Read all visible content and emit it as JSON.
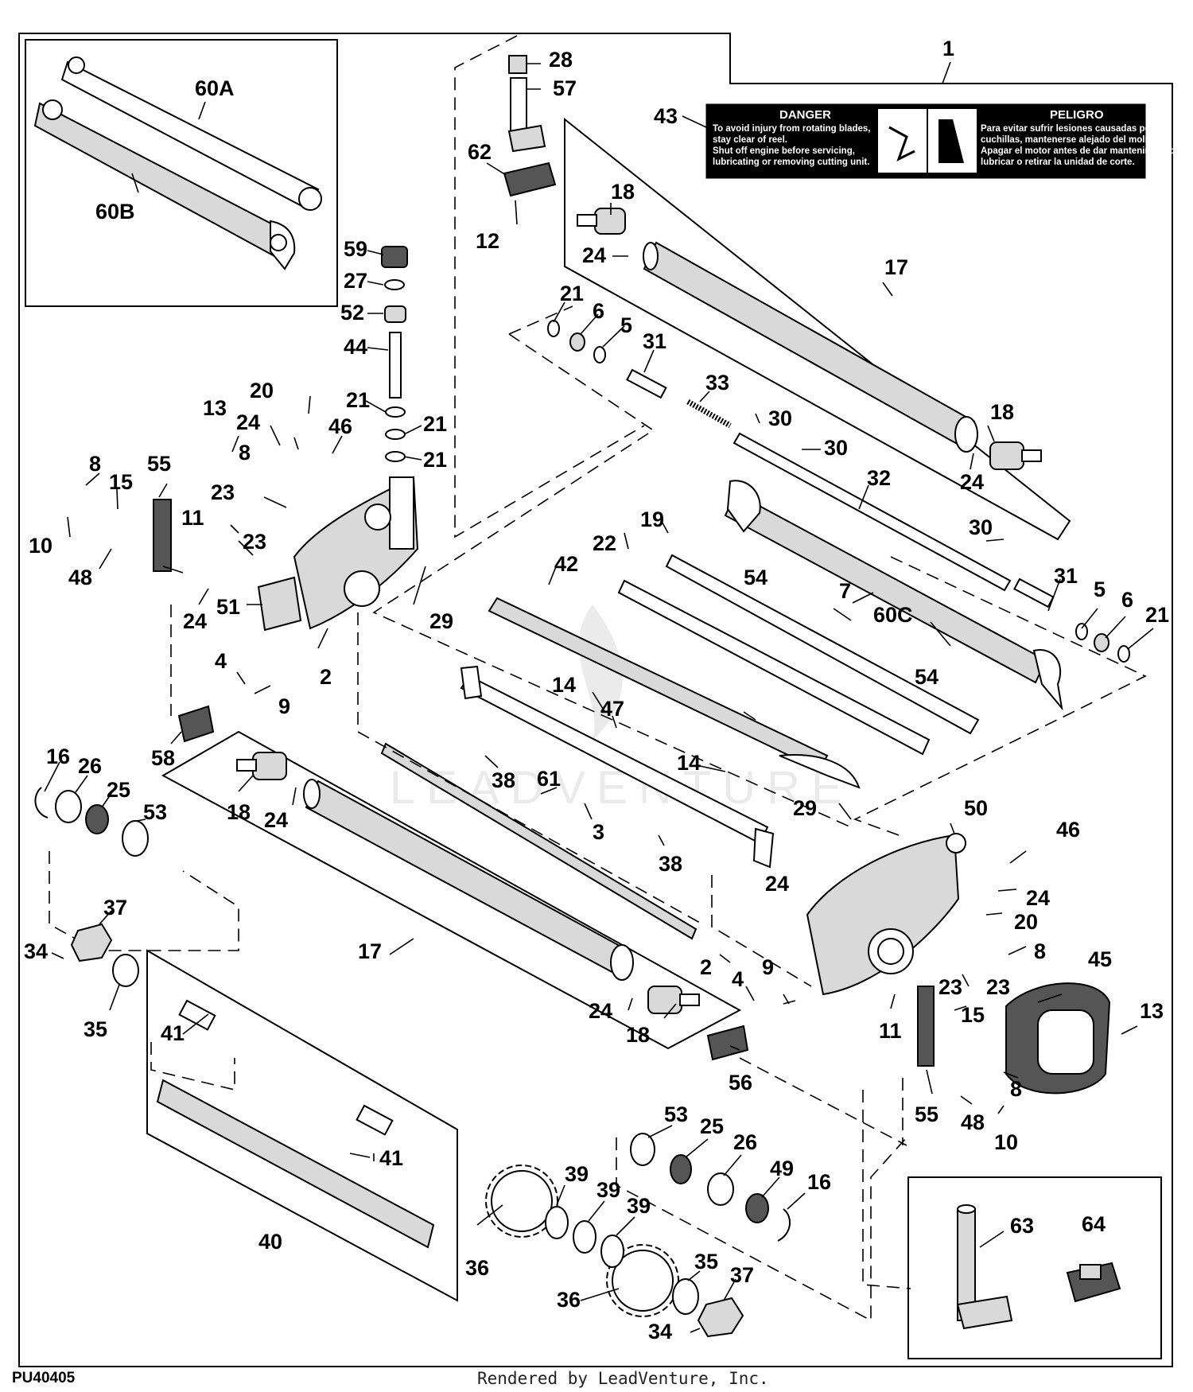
{
  "callouts": {
    "c1": "1",
    "c2a": "2",
    "c2b": "2",
    "c3": "3",
    "c4a": "4",
    "c4b": "4",
    "c5a": "5",
    "c5b": "5",
    "c6a": "6",
    "c6b": "6",
    "c7": "7",
    "c8a": "8",
    "c8b": "8",
    "c8c": "8",
    "c8d": "8",
    "c9a": "9",
    "c9b": "9",
    "c10a": "10",
    "c10b": "10",
    "c11a": "11",
    "c11b": "11",
    "c12": "12",
    "c13a": "13",
    "c13b": "13",
    "c14a": "14",
    "c14b": "14",
    "c15a": "15",
    "c15b": "15",
    "c16a": "16",
    "c16b": "16",
    "c17a": "17",
    "c17b": "17",
    "c18a": "18",
    "c18b": "18",
    "c18c": "18",
    "c18d": "18",
    "c19": "19",
    "c20a": "20",
    "c20b": "20",
    "c21a": "21",
    "c21b": "21",
    "c21c": "21",
    "c21d": "21",
    "c21e": "21",
    "c22": "22",
    "c23a": "23",
    "c23b": "23",
    "c23c": "23",
    "c23d": "23",
    "c24a": "24",
    "c24b": "24",
    "c24c": "24",
    "c24d": "24",
    "c24e": "24",
    "c24f": "24",
    "c24g": "24",
    "c24h": "24",
    "c25a": "25",
    "c25b": "25",
    "c26a": "26",
    "c26b": "26",
    "c27": "27",
    "c28": "28",
    "c29a": "29",
    "c29b": "29",
    "c30a": "30",
    "c30b": "30",
    "c30c": "30",
    "c31a": "31",
    "c31b": "31",
    "c32": "32",
    "c33": "33",
    "c34a": "34",
    "c34b": "34",
    "c35a": "35",
    "c35b": "35",
    "c36a": "36",
    "c36b": "36",
    "c37a": "37",
    "c37b": "37",
    "c38a": "38",
    "c38b": "38",
    "c39a": "39",
    "c39b": "39",
    "c39c": "39",
    "c40": "40",
    "c41a": "41",
    "c41b": "41",
    "c42": "42",
    "c43": "43",
    "c44": "44",
    "c45": "45",
    "c46a": "46",
    "c46b": "46",
    "c47": "47",
    "c48a": "48",
    "c48b": "48",
    "c49": "49",
    "c50": "50",
    "c51": "51",
    "c52": "52",
    "c53a": "53",
    "c53b": "53",
    "c54a": "54",
    "c54b": "54",
    "c55a": "55",
    "c55b": "55",
    "c56": "56",
    "c57": "57",
    "c58": "58",
    "c59": "59",
    "c60a": "60A",
    "c60b": "60B",
    "c60c": "60C",
    "c61": "61",
    "c62": "62",
    "c63": "63",
    "c64": "64"
  },
  "warning_label": {
    "danger_heading": "DANGER",
    "danger_text": [
      "To avoid injury from rotating blades,",
      "stay clear of reel.",
      "Shut off engine before servicing,",
      "lubricating or removing cutting unit."
    ],
    "peligro_heading": "PELIGRO",
    "peligro_text": [
      "Para evitar sufrir lesiones causadas por las",
      "cuchillas, mantenerse alejado del molinete.",
      "Apagar el motor antes de dar mantenimiento,",
      "lubricar o retirar la unidad de corte."
    ],
    "colors": {
      "background": "#000000",
      "text": "#ffffff"
    }
  },
  "footer": {
    "figure_code": "PU40405",
    "credit": "Rendered by LeadVenture, Inc."
  },
  "watermark": "LEADVENTURE"
}
